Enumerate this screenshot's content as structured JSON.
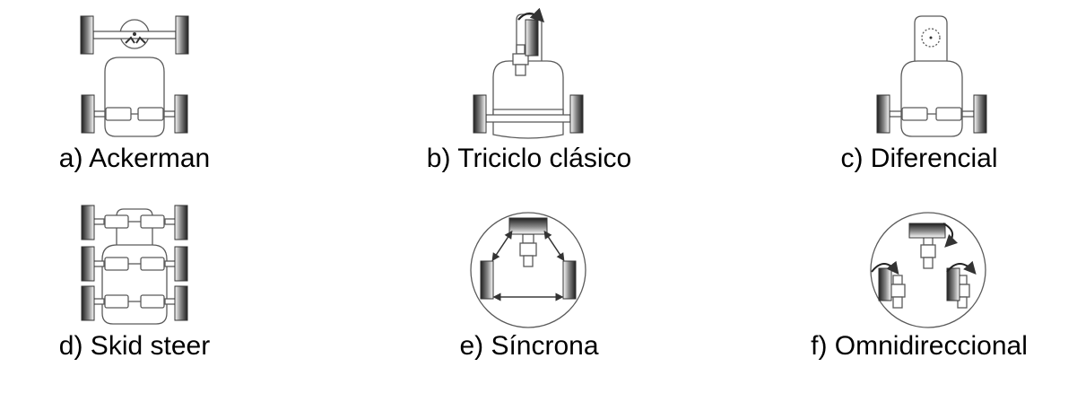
{
  "captions": {
    "a": "a) Ackerman",
    "b": "b) Triciclo clásico",
    "c": "c) Diferencial",
    "d": "d) Skid steer",
    "e": "e) Síncrona",
    "f": "f) Omnidireccional"
  },
  "colors": {
    "stroke": "#5a5a5a",
    "wheel_dark": "#2a2a2a",
    "wheel_light": "#ffffff",
    "background": "#ffffff"
  }
}
